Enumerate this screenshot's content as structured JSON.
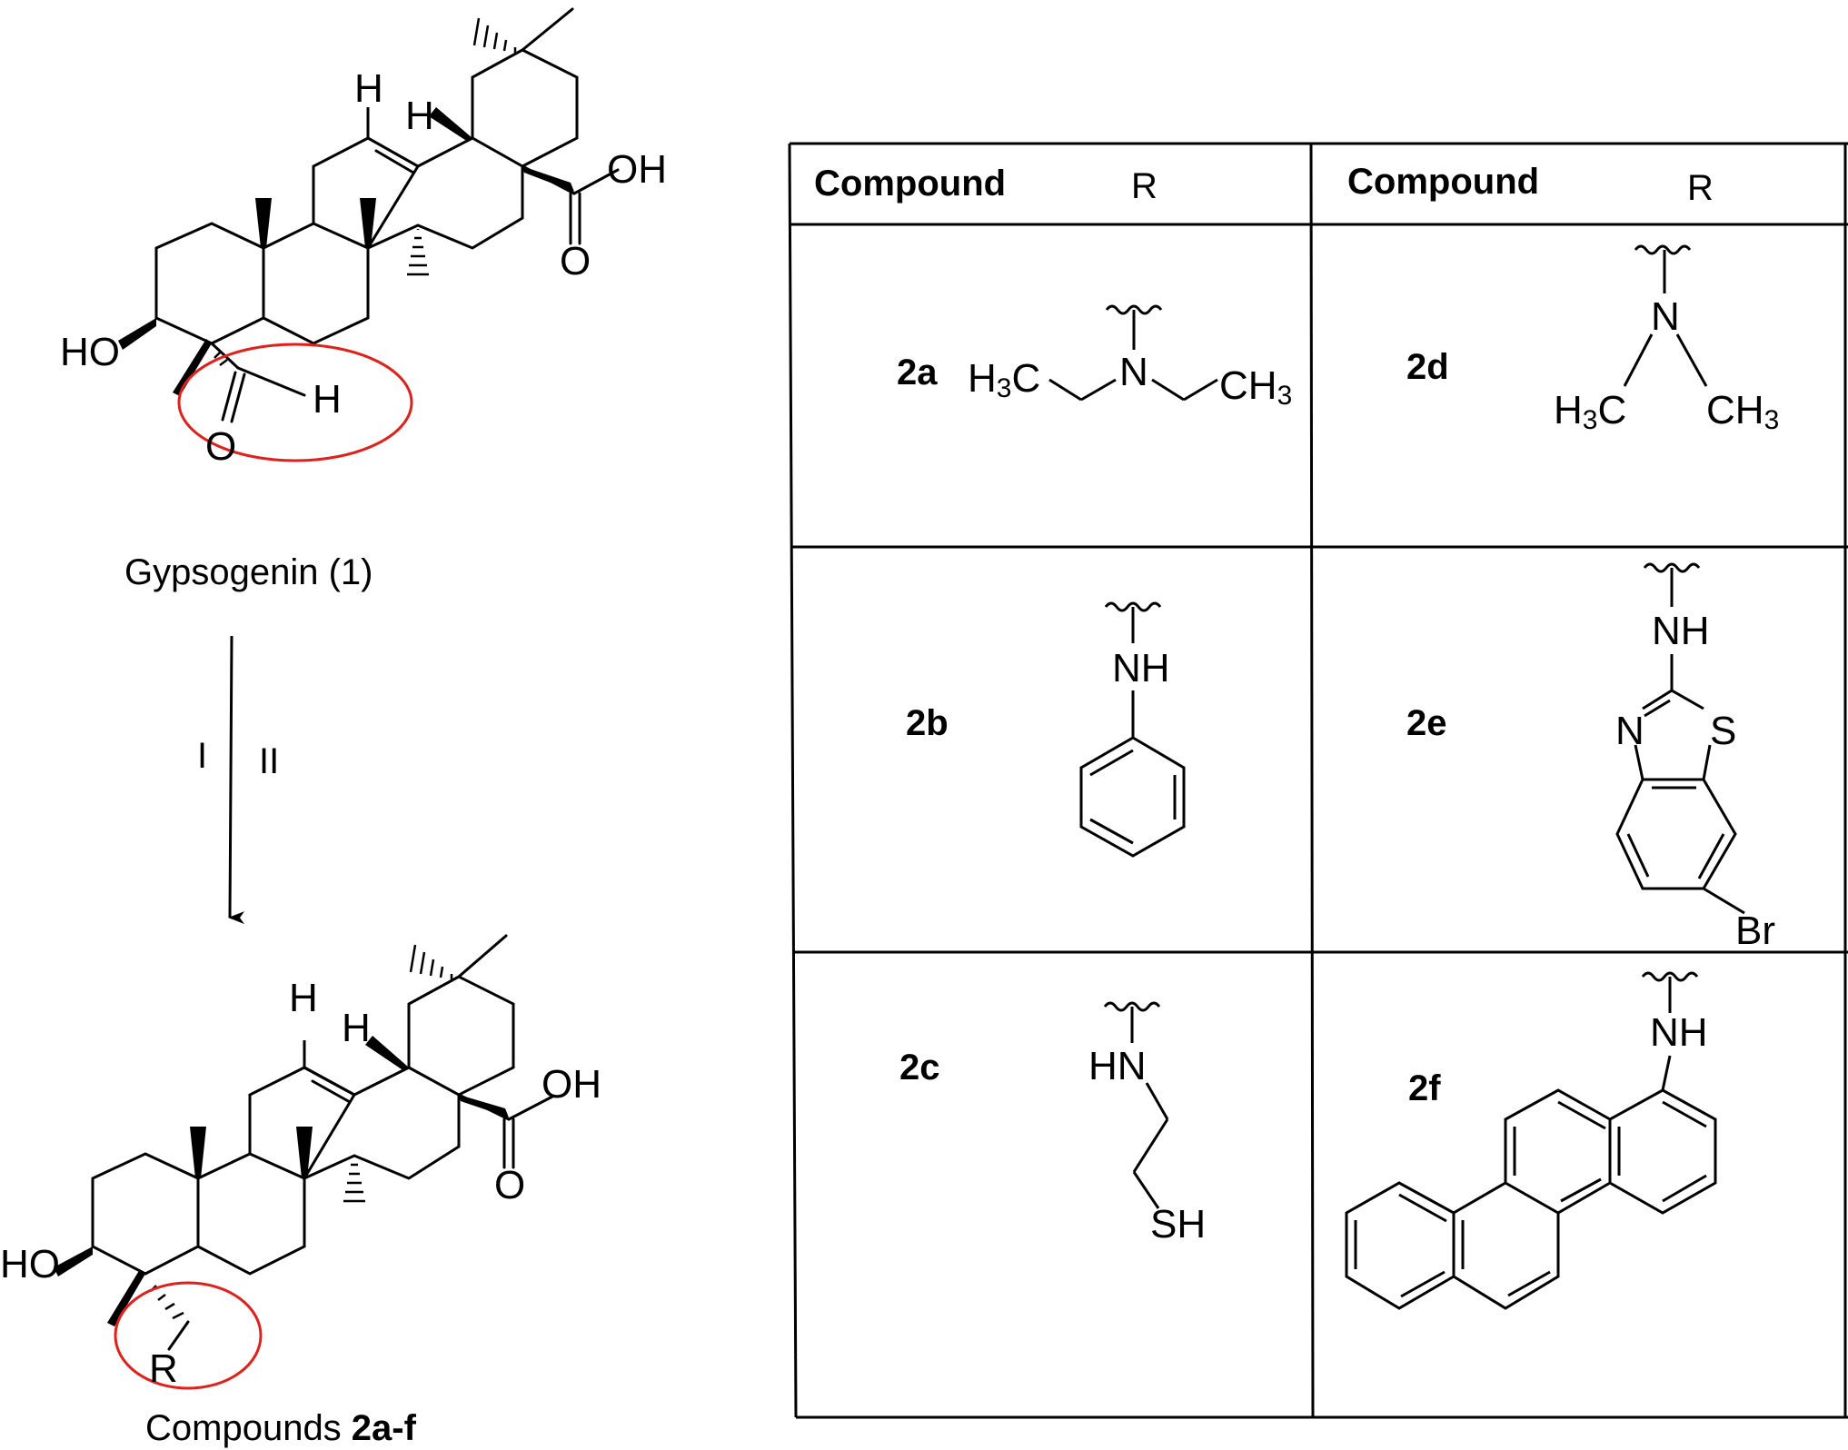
{
  "top_molecule": {
    "caption": "Gypsogenin (1)",
    "atoms": {
      "h_olefin": "H",
      "h_junction": "H",
      "oh_acid": "OH",
      "o_acid": "O",
      "ho": "HO",
      "o_ald": "O",
      "h_ald": "H"
    }
  },
  "arrow": {
    "label_left": "I",
    "label_right": "II"
  },
  "bottom_molecule": {
    "caption_prefix": "Compounds ",
    "caption_bold": "2a-f",
    "atoms": {
      "h_olefin": "H",
      "h_junction": "H",
      "oh_acid": "OH",
      "o_acid": "O",
      "ho": "HO",
      "r": "R"
    }
  },
  "highlight_color": "#e0201b",
  "table": {
    "headers": [
      {
        "compound": "Compound",
        "r": "R"
      },
      {
        "compound": "Compound",
        "r": "R"
      }
    ],
    "rows": [
      {
        "left": {
          "id": "2a",
          "substituent": {
            "n": "N",
            "h3c": "H",
            "h3c_sub": "3",
            "h3c_c": "C",
            "ch3": "CH",
            "ch3_sub": "3"
          }
        },
        "right": {
          "id": "2d",
          "substituent": {
            "n": "N",
            "h3c": "H",
            "h3c_sub": "3",
            "h3c_c": "C",
            "ch3": "CH",
            "ch3_sub": "3"
          }
        }
      },
      {
        "left": {
          "id": "2b",
          "substituent": {
            "nh": "NH"
          }
        },
        "right": {
          "id": "2e",
          "substituent": {
            "nh": "NH",
            "n": "N",
            "s": "S",
            "br": "Br"
          }
        }
      },
      {
        "left": {
          "id": "2c",
          "substituent": {
            "hn": "HN",
            "sh": "SH"
          }
        },
        "right": {
          "id": "2f",
          "substituent": {
            "nh": "NH"
          }
        }
      }
    ]
  }
}
